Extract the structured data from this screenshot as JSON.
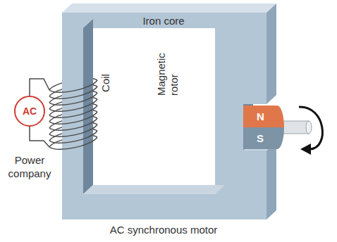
{
  "diagram": {
    "caption": "AC synchronous motor",
    "nodes": [
      {
        "text": [
          "Iron core"
        ]
      },
      {
        "text": [
          "AC",
          "Power company"
        ]
      },
      {
        "text": [
          "N"
        ]
      },
      {
        "text": [
          "S"
        ]
      }
    ],
    "labels": [
      "Coil",
      "Magnetic rotor"
    ]
  }
}
